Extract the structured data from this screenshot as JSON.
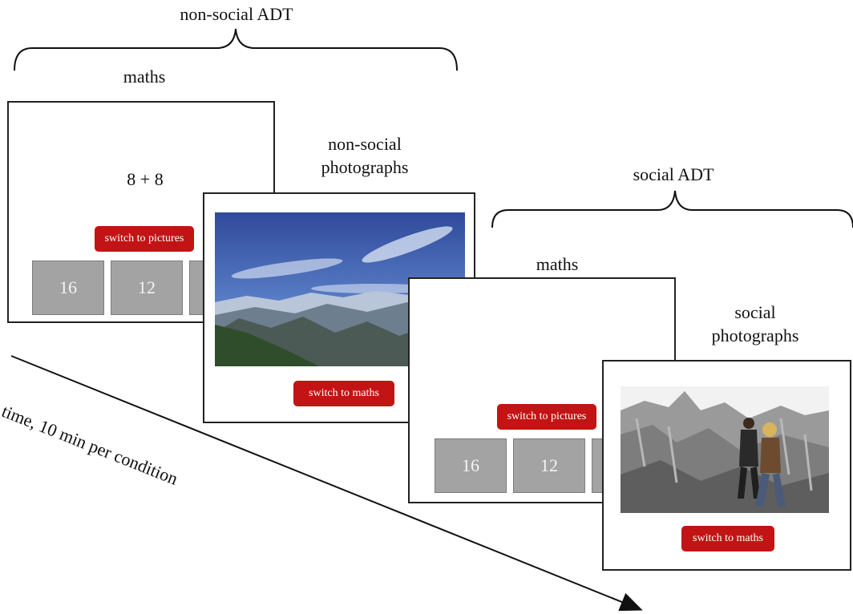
{
  "nonsocial": {
    "title": "non-social ADT",
    "maths_label": "maths",
    "photos_label_line1": "non-social",
    "photos_label_line2": "photographs",
    "problem": "8 + 8",
    "switch_to_pictures": "switch to pictures",
    "switch_to_maths": "switch to maths",
    "answers": [
      "16",
      "12"
    ]
  },
  "social": {
    "title": "social ADT",
    "maths_label": "maths",
    "photos_label_line1": "social",
    "photos_label_line2": "photographs",
    "switch_to_pictures": "switch to pictures",
    "switch_to_maths": "switch to maths",
    "answers": [
      "16",
      "12"
    ]
  },
  "time_axis_label": "time, 10 min per condition",
  "icons": [
    "landscape-photo-icon",
    "hikers-photo-icon"
  ]
}
